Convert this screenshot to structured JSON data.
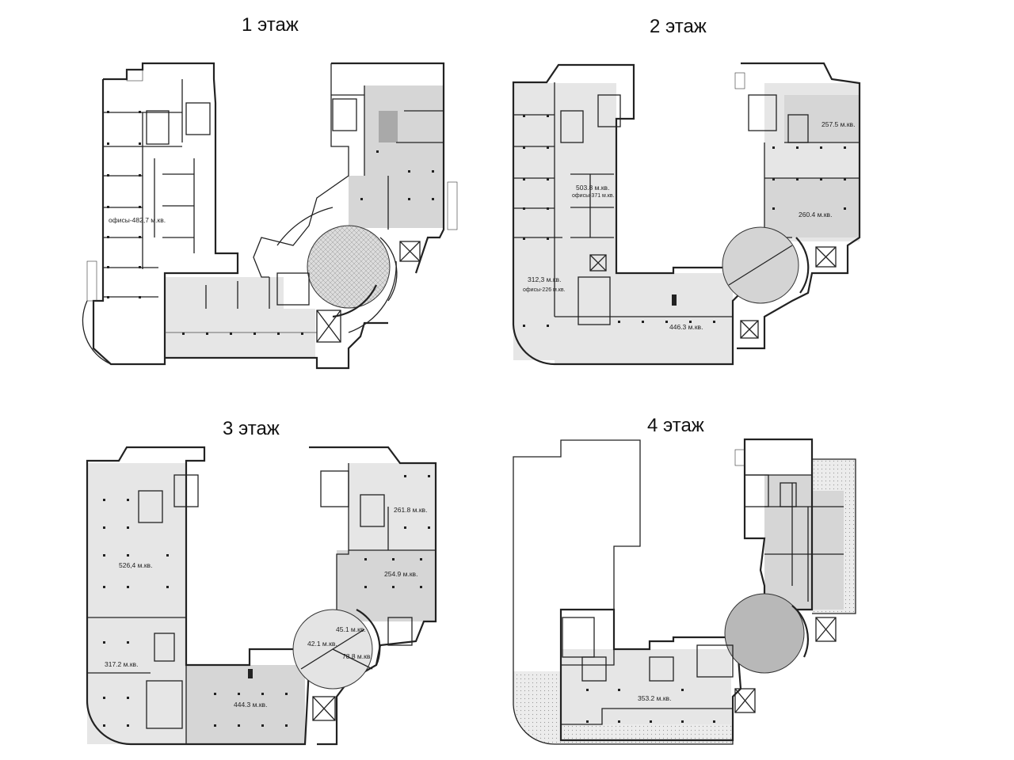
{
  "floors": [
    {
      "title": "1 этаж",
      "areas": [
        "офисы-482,7 м.кв."
      ]
    },
    {
      "title": "2 этаж",
      "areas": [
        "257.5 м.кв.",
        "503.8 м.кв.",
        "офисы-371 м.кв.",
        "260.4 м.кв.",
        "312,3 м.кв.",
        "офисы-226 м.кв.",
        "446.3 м.кв."
      ]
    },
    {
      "title": "3 этаж",
      "areas": [
        "261.8 м.кв.",
        "526,4 м.кв.",
        "254.9 м.кв.",
        "45.1 м.кв.",
        "42.1 м.кв.",
        "78.8 м.кв.",
        "317.2 м.кв.",
        "444.3 м.кв."
      ]
    },
    {
      "title": "4 этаж",
      "areas": [
        "353.2 м.кв."
      ]
    }
  ],
  "colors": {
    "zone_light": "#e6e6e6",
    "zone_mid": "#d6d6d6",
    "zone_dark": "#a9a9a9",
    "walls": "#222222"
  }
}
